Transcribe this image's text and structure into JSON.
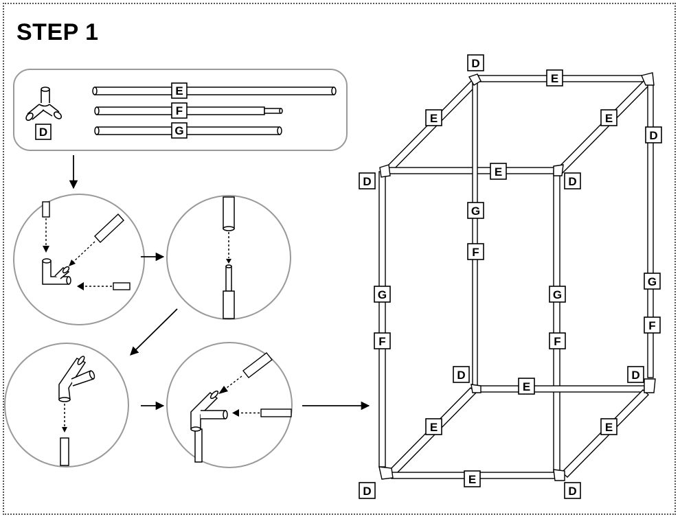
{
  "title": "STEP 1",
  "parts": {
    "connector_label": "D",
    "pipes": [
      {
        "label": "E"
      },
      {
        "label": "F"
      },
      {
        "label": "G"
      }
    ]
  },
  "frame_labels": {
    "top_back_left_corner": "D",
    "top_back_edge": "E",
    "top_left_edge": "E",
    "top_right_edge": "E",
    "top_front_edge": "E",
    "top_front_left_corner": "D",
    "top_front_right_corner": "D",
    "top_back_right_corner": "D",
    "back_left_upper": "G",
    "back_left_lower": "F",
    "front_left_upper": "G",
    "front_left_lower": "F",
    "front_right_upper": "G",
    "front_right_lower": "F",
    "back_right_upper": "G",
    "back_right_lower": "F",
    "bottom_back_left_corner": "D",
    "bottom_back_right_corner": "D",
    "bottom_back_edge": "E",
    "bottom_left_edge": "E",
    "bottom_right_edge": "E",
    "bottom_front_edge": "E",
    "bottom_front_left_corner": "D",
    "bottom_front_right_corner": "D"
  }
}
